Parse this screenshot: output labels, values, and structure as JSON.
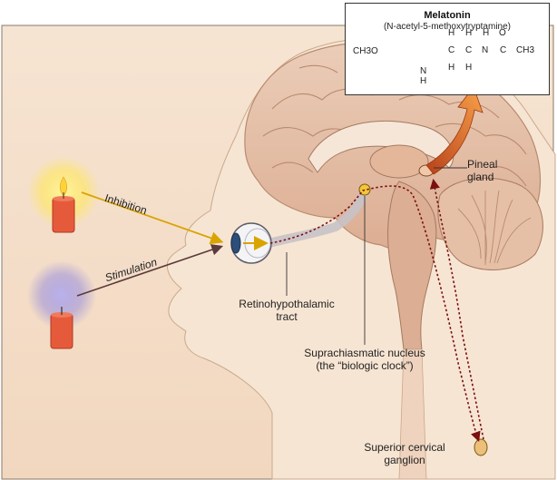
{
  "melatonin": {
    "title": "Melatonin",
    "subtitle": "(N-acetyl-5-methoxytryptamine)",
    "formula": {
      "ch3o": "CH3O",
      "c1": "C",
      "c2": "C",
      "n_amide": "N",
      "c3": "C",
      "ch3": "CH3",
      "o": "O",
      "h1": "H",
      "h2": "H",
      "h3": "H",
      "h4": "H",
      "h5": "H",
      "nh": "N",
      "nh_h": "H"
    }
  },
  "labels": {
    "inhibition": "Inhibition",
    "stimulation": "Stimulation",
    "pineal_gland_line1": "Pineal",
    "pineal_gland_line2": "gland",
    "retino_line1": "Retinohypothalamic",
    "retino_line2": "tract",
    "scn_line1": "Suprachiasmatic nucleus",
    "scn_line2": "(the “biologic clock”)",
    "scg_line1": "Superior cervical",
    "scg_line2": "ganglion"
  },
  "colors": {
    "skin": "#f3dcc6",
    "brain": "#e7c3ac",
    "inhibition_light": "#ffe34a",
    "stimulation_light": "#8d84d6",
    "candle": "#e65a3c",
    "pathway": "#7a1010",
    "arrow_orange": "#e87a2a"
  }
}
